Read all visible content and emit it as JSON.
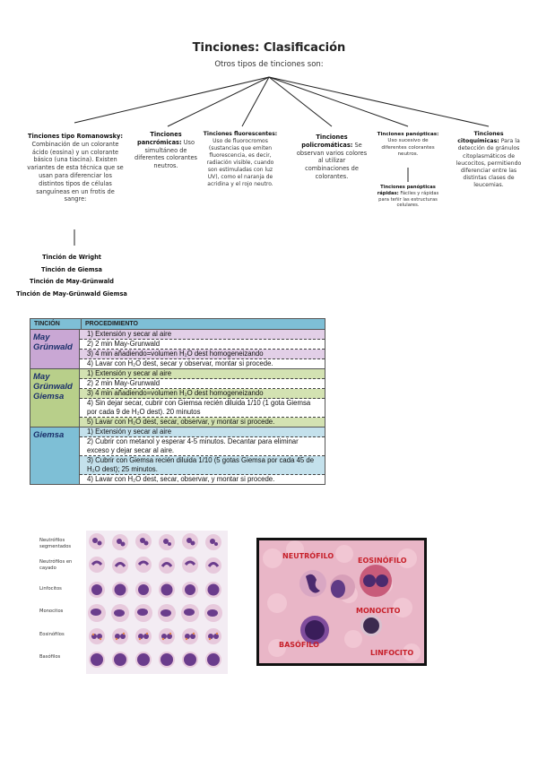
{
  "header": {
    "title": "Tinciones: Clasificación",
    "subtitle": "Otros tipos de tinciones son:"
  },
  "tree": {
    "nodes": [
      {
        "bold": "Tinciones tipo Romanowsky:",
        "text": " Combinación de un colorante ácido (eosina) y un colorante básico (una tiacina). Existen variantes de esta técnica que se usan para diferenciar los distintos tipos de células sanguíneas en un frotis de sangre:"
      },
      {
        "bold": "Tinciones pancrómicas:",
        "text": " Uso simultáneo de diferentes colorantes neutros."
      },
      {
        "bold": "Tinciones fluorescentes:",
        "text": " Uso de fluorocromos (sustancias que emiten fluorescencia, es decir, radiación visible, cuando son estimuladas con luz UV), como el naranja de acridina y el rojo neutro."
      },
      {
        "bold": "Tinciones policromáticas:",
        "text": " Se observan varios colores al utilizar combinaciones de colorantes."
      },
      {
        "bold": "Tinciones panópticas:",
        "text": " Uso sucesivo de diferentes colorantes neutros."
      },
      {
        "bold": "Tinciones citoquímicas:",
        "text": " Para la detección de gránulos citoplasmáticos de leucocitos, permitiendo diferenciar entre las distintas clases de leucemias."
      }
    ],
    "panopticas_rapidas": {
      "bold": "Tinciones panópticas rápidas:",
      "text": " Fáciles y rápidas para teñir las estructuras celulares."
    },
    "romanowsky_methods": [
      "Tinción de Wright",
      "Tinción de Giemsa",
      "Tinción de May-Grünwald",
      "Tinción de May-Grünwald Giemsa"
    ]
  },
  "procedure_table": {
    "headers": [
      "TINCIÓN",
      "PROCEDIMIENTO"
    ],
    "groups": [
      {
        "label": "May Grünwald",
        "steps": [
          "1) Extensión y secar al aire",
          "2) 2 min May-Grunwald",
          "3) 4 min añadiendo=volumen H₂O dest homogeneizando",
          "4) Lavar con H₂O dest, secar y observar, montar si procede."
        ]
      },
      {
        "label": "May Grünwald Giemsa",
        "steps": [
          "1) Extensión y secar al aire",
          "2) 2 min May-Grunwald",
          "3) 4 min añadiendo=volumen H₂O dest homogeneizando",
          "4) Sin dejar secar, cubrir con Giemsa recién diluida 1/10 (1 gota Giemsa por cada 9 de H₂O dest). 20 minutos",
          "5) Lavar con H₂O dest, secar, observar, y montar si procede."
        ]
      },
      {
        "label": "Giemsa",
        "steps": [
          "1) Extensión y secar al aire",
          "2) Cubrir con metanol y esperar 4-5 minutos. Decantar para eliminar exceso y dejar secar al aire.",
          "3) Cubrir con Giemsa recién diluida 1/10 (5 gotas Giemsa por cada 45 de H₂O dest); 25 minutos.",
          "4) Lavar con H₂O dest, secar, observar, y montar si procede."
        ]
      }
    ]
  },
  "cell_chart": {
    "rows": [
      "Neutrófilos segmentados",
      "Neutrófilos en cayado",
      "Linfocitos",
      "Monocitos",
      "Eosinófilos",
      "Basófilos"
    ]
  },
  "micrograph": {
    "labels": [
      "NEUTRÓFILO",
      "EOSINÓFILO",
      "MONOCITO",
      "BASÓFILO",
      "LINFOCITO"
    ]
  },
  "colors": {
    "may_grunwald": "#c9a7d4",
    "may_grunwald_giemsa": "#b8cf8a",
    "giemsa": "#7ebfd6",
    "label_red": "#c7202a"
  }
}
